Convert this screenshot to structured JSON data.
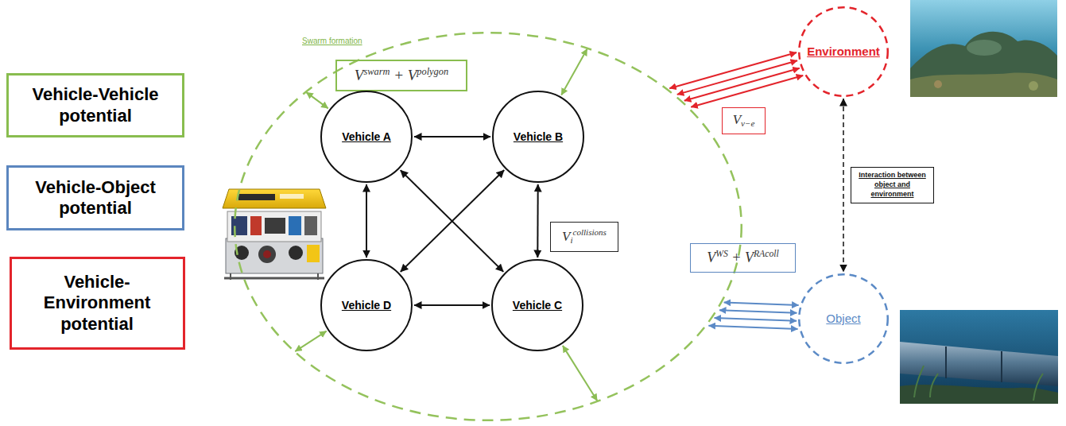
{
  "diagram": {
    "nodes": [
      {
        "text": [
          "Vehicle-Vehicle potential"
        ]
      },
      {
        "text": [
          "Vehicle-Object potential"
        ]
      },
      {
        "text": [
          "Vehicle-Environment potential"
        ]
      },
      {
        "text": [
          "Swarm formation"
        ]
      },
      {
        "text": [
          "Vswarm + Vpolygon"
        ],
        "in": 3
      },
      {
        "text": [
          "Vehicle A"
        ],
        "in": 3
      },
      {
        "text": [
          "Vehicle B"
        ],
        "in": 3
      },
      {
        "text": [
          "Vicollisions"
        ],
        "in": 3
      },
      {
        "text": [
          "Vehicle D"
        ],
        "in": 3
      },
      {
        "text": [
          "Vehicle C"
        ],
        "in": 3
      },
      {
        "text": [
          "Environment"
        ]
      },
      {
        "text": [
          "Vv−e"
        ]
      },
      {
        "text": [
          "VWS + VRAcoll"
        ]
      },
      {
        "text": [
          "Object"
        ]
      }
    ],
    "edges": [
      {
        "from": 5,
        "to": 6,
        "arrow": "both"
      },
      {
        "from": 5,
        "to": 8,
        "arrow": "both"
      },
      {
        "from": 6,
        "to": 9,
        "arrow": "both"
      },
      {
        "from": 8,
        "to": 9,
        "arrow": "both"
      },
      {
        "from": 5,
        "to": 9,
        "arrow": "both"
      },
      {
        "from": 6,
        "to": 8,
        "arrow": "both"
      },
      {
        "from": 3,
        "to": 5,
        "arrow": "both"
      },
      {
        "from": 3,
        "to": 6,
        "arrow": "both"
      },
      {
        "from": 3,
        "to": 8,
        "arrow": "both"
      },
      {
        "from": 3,
        "to": 9,
        "arrow": "both"
      },
      {
        "from": 3,
        "to": 10,
        "arrow": "both"
      },
      {
        "from": 3,
        "to": 10,
        "arrow": "both"
      },
      {
        "from": 3,
        "to": 10,
        "arrow": "both"
      },
      {
        "from": 3,
        "to": 10,
        "arrow": "both"
      },
      {
        "from": 3,
        "to": 13,
        "arrow": "both"
      },
      {
        "from": 3,
        "to": 13,
        "arrow": "both"
      },
      {
        "from": 3,
        "to": 13,
        "arrow": "both"
      },
      {
        "from": 3,
        "to": 13,
        "arrow": "both"
      },
      {
        "from": 10,
        "to": 13,
        "label": "Interaction between object and environment",
        "arrow": "both"
      }
    ]
  }
}
